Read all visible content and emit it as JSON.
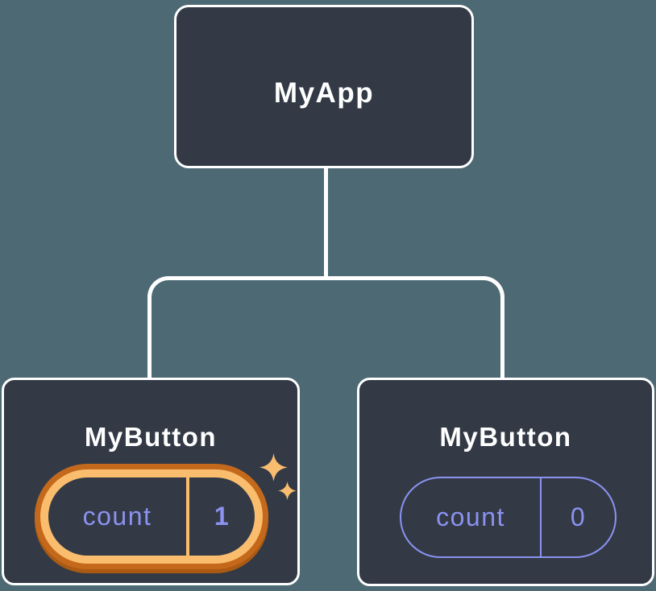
{
  "colors": {
    "bg": "#4d6973",
    "node": "#333a46",
    "line": "#ffffff",
    "purple": "#8b92f0",
    "gold": "#fabd6e",
    "orange": "#c4691c",
    "orangeDark": "#aa5a12",
    "sparkle": "#f9bd6f"
  },
  "diagram": {
    "root": {
      "label": "MyApp"
    },
    "children": [
      {
        "label": "MyButton",
        "state": {
          "key": "count",
          "value": "1"
        },
        "highlighted": true
      },
      {
        "label": "MyButton",
        "state": {
          "key": "count",
          "value": "0"
        },
        "highlighted": false
      }
    ]
  }
}
